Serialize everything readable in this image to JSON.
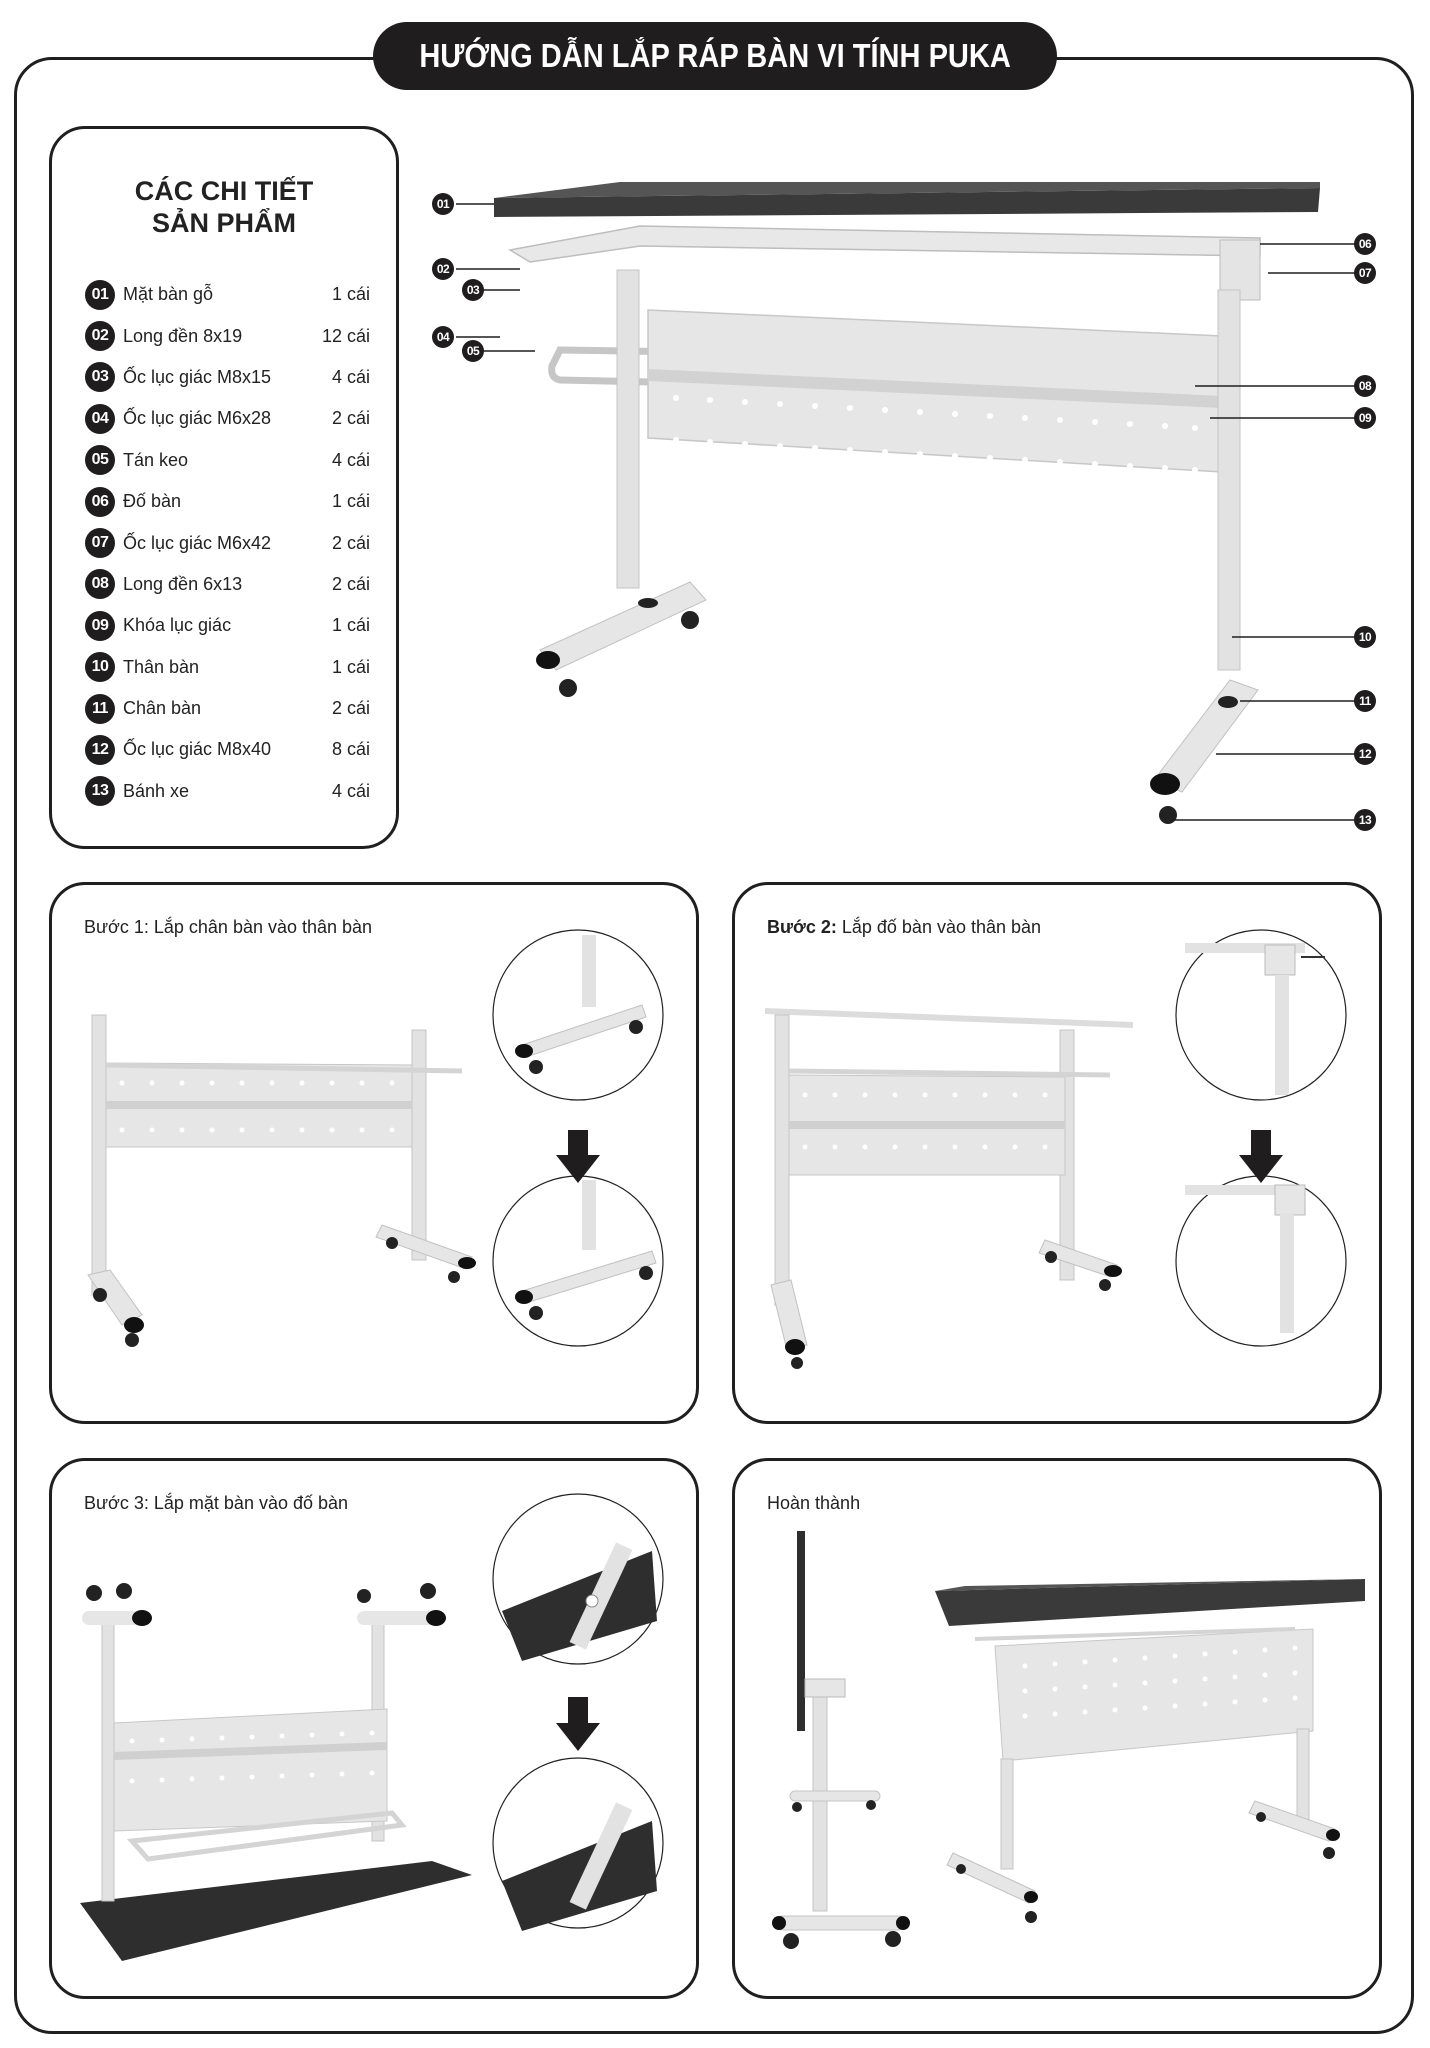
{
  "header": {
    "title": "HƯỚNG DẪN LẮP RÁP BÀN VI TÍNH PUKA"
  },
  "parts_panel": {
    "title_line1": "CÁC CHI TIẾT",
    "title_line2": "SẢN PHẨM",
    "items": [
      {
        "num": "01",
        "name": "Mặt bàn gỗ",
        "qty": "1 cái"
      },
      {
        "num": "02",
        "name": "Long đền 8x19",
        "qty": "12 cái"
      },
      {
        "num": "03",
        "name": "Ốc lục giác M8x15",
        "qty": "4 cái"
      },
      {
        "num": "04",
        "name": "Ốc lục giác M6x28",
        "qty": "2 cái"
      },
      {
        "num": "05",
        "name": "Tán keo",
        "qty": "4 cái"
      },
      {
        "num": "06",
        "name": "Đố bàn",
        "qty": "1 cái"
      },
      {
        "num": "07",
        "name": "Ốc lục giác M6x42",
        "qty": "2 cái"
      },
      {
        "num": "08",
        "name": "Long đền 6x13",
        "qty": "2 cái"
      },
      {
        "num": "09",
        "name": "Khóa lục giác",
        "qty": "1 cái"
      },
      {
        "num": "10",
        "name": "Thân bàn",
        "qty": "1 cái"
      },
      {
        "num": "11",
        "name": "Chân bàn",
        "qty": "2 cái"
      },
      {
        "num": "12",
        "name": "Ốc lục giác M8x40",
        "qty": "8 cái"
      },
      {
        "num": "13",
        "name": "Bánh xe",
        "qty": "4 cái"
      }
    ]
  },
  "exploded_diagram": {
    "callouts": [
      "01",
      "02",
      "03",
      "04",
      "05",
      "06",
      "07",
      "08",
      "09",
      "10",
      "11",
      "12",
      "13"
    ]
  },
  "steps": [
    {
      "label": "Bước 1:",
      "text": " Lắp chân bàn vào thân bàn",
      "bold_label": false
    },
    {
      "label": "Bước 2:",
      "text": " Lắp đố bàn vào thân bàn",
      "bold_label": true
    },
    {
      "label": "Bước 3:",
      "text": " Lắp mặt bàn vào đố bàn",
      "bold_label": false
    },
    {
      "label": "",
      "text": "Hoàn thành",
      "bold_label": false
    }
  ],
  "colors": {
    "ink": "#1f1d1d",
    "tabletop": "#3a3a3a",
    "frame": "#e6e6e6",
    "frame_shade": "#c9c9c9"
  }
}
